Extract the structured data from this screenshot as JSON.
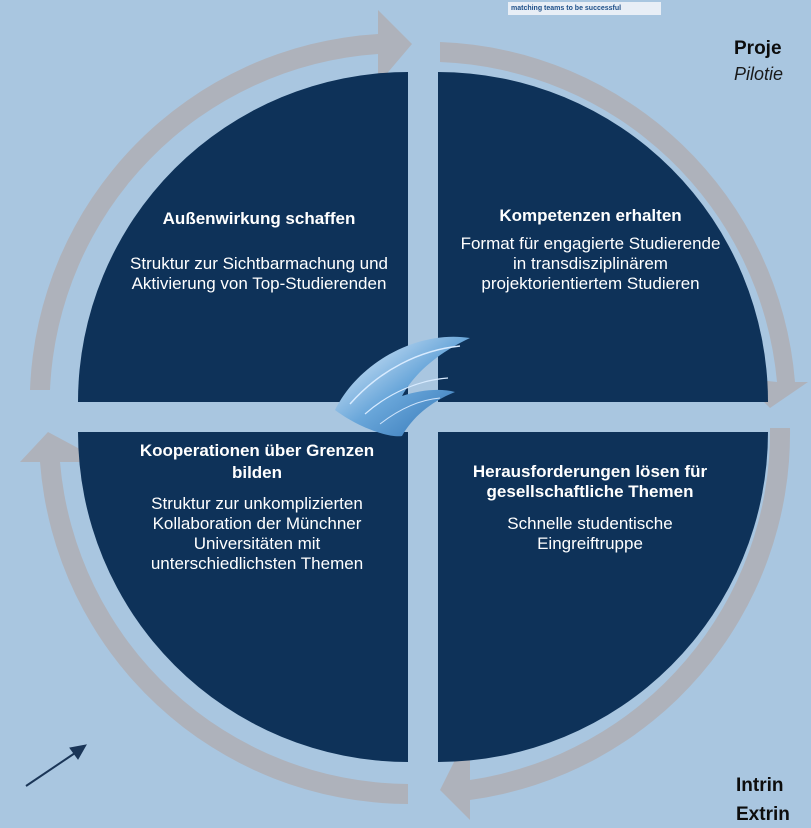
{
  "header": {
    "tagline": "matching teams to be successful",
    "project_label": "Proje",
    "pilot_label": "Pilotie"
  },
  "quadrants": {
    "top_left": {
      "title": "Außenwirkung schaffen",
      "body": "Struktur zur Sichtbarmachung und Aktivierung von Top-Studierenden"
    },
    "top_right": {
      "title": "Kompetenzen erhalten",
      "body": "Format für engagierte Studierende in transdisziplinärem projektorientiertem Studieren"
    },
    "bottom_left": {
      "title": "Kooperationen über Grenzen bilden",
      "body": "Struktur zur unkomplizierten Kollaboration der Münchner Universitäten mit unterschiedlichsten Themen"
    },
    "bottom_right": {
      "title": "Herausforderungen lösen für gesellschaftliche Themen",
      "body": "Schnelle studentische Eingreiftruppe"
    }
  },
  "footer": {
    "intrinsic_label": "Intrin",
    "extrinsic_label": "Extrin"
  },
  "colors": {
    "background": "#a9c6e0",
    "quadrant_fill": "#0e3259",
    "arrow_ring": "#aeb2bb",
    "text": "#ffffff"
  },
  "icons": {
    "center": "wing-icon",
    "corner": "arrow-icon"
  }
}
